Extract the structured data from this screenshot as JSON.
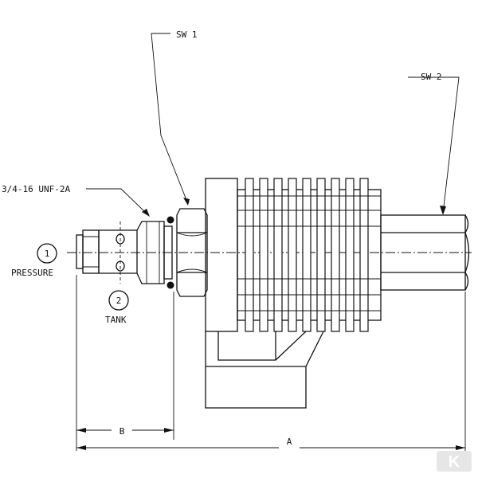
{
  "labels": {
    "sw1": "SW 1",
    "sw2": "SW 2",
    "thread": "3/4-16 UNF-2A",
    "port1_number": "1",
    "port1_name": "PRESSURE",
    "port2_number": "2",
    "port2_name": "TANK",
    "dim_b": "B",
    "dim_a": "A"
  },
  "watermark": "K"
}
